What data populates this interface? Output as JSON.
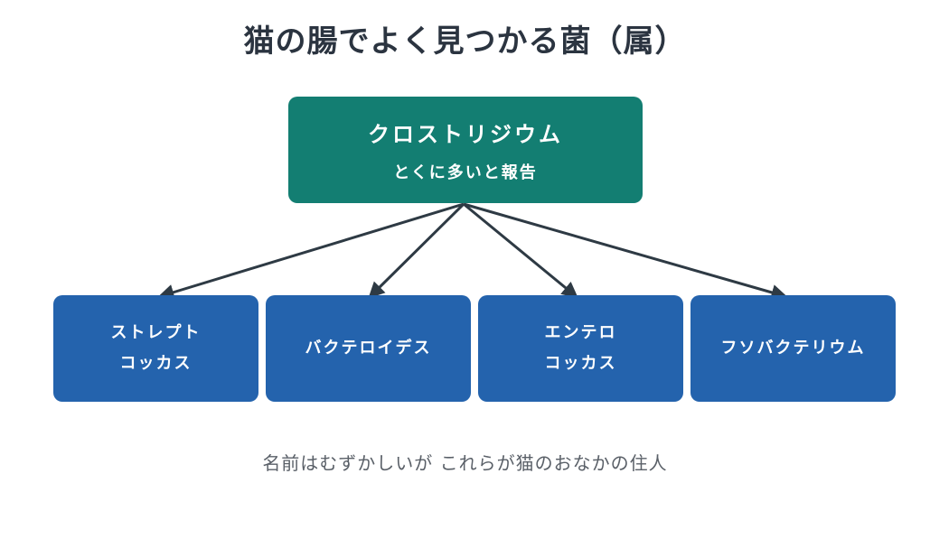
{
  "title": "猫の腸でよく見つかる菌（属）",
  "root": {
    "name": "クロストリジウム",
    "note": "とくに多いと報告"
  },
  "children": [
    {
      "line1": "ストレプト",
      "line2": "コッカス"
    },
    {
      "line1": "バクテロイデス",
      "line2": ""
    },
    {
      "line1": "エンテロ",
      "line2": "コッカス"
    },
    {
      "line1": "フソバクテリウム",
      "line2": ""
    }
  ],
  "footer": "名前はむずかしいが これらが猫のおなかの住人",
  "colors": {
    "root_box": "#137e72",
    "child_box": "#2463ad",
    "arrow": "#2e3a44",
    "title_text": "#2b3440",
    "footer_text": "#5a6068"
  }
}
